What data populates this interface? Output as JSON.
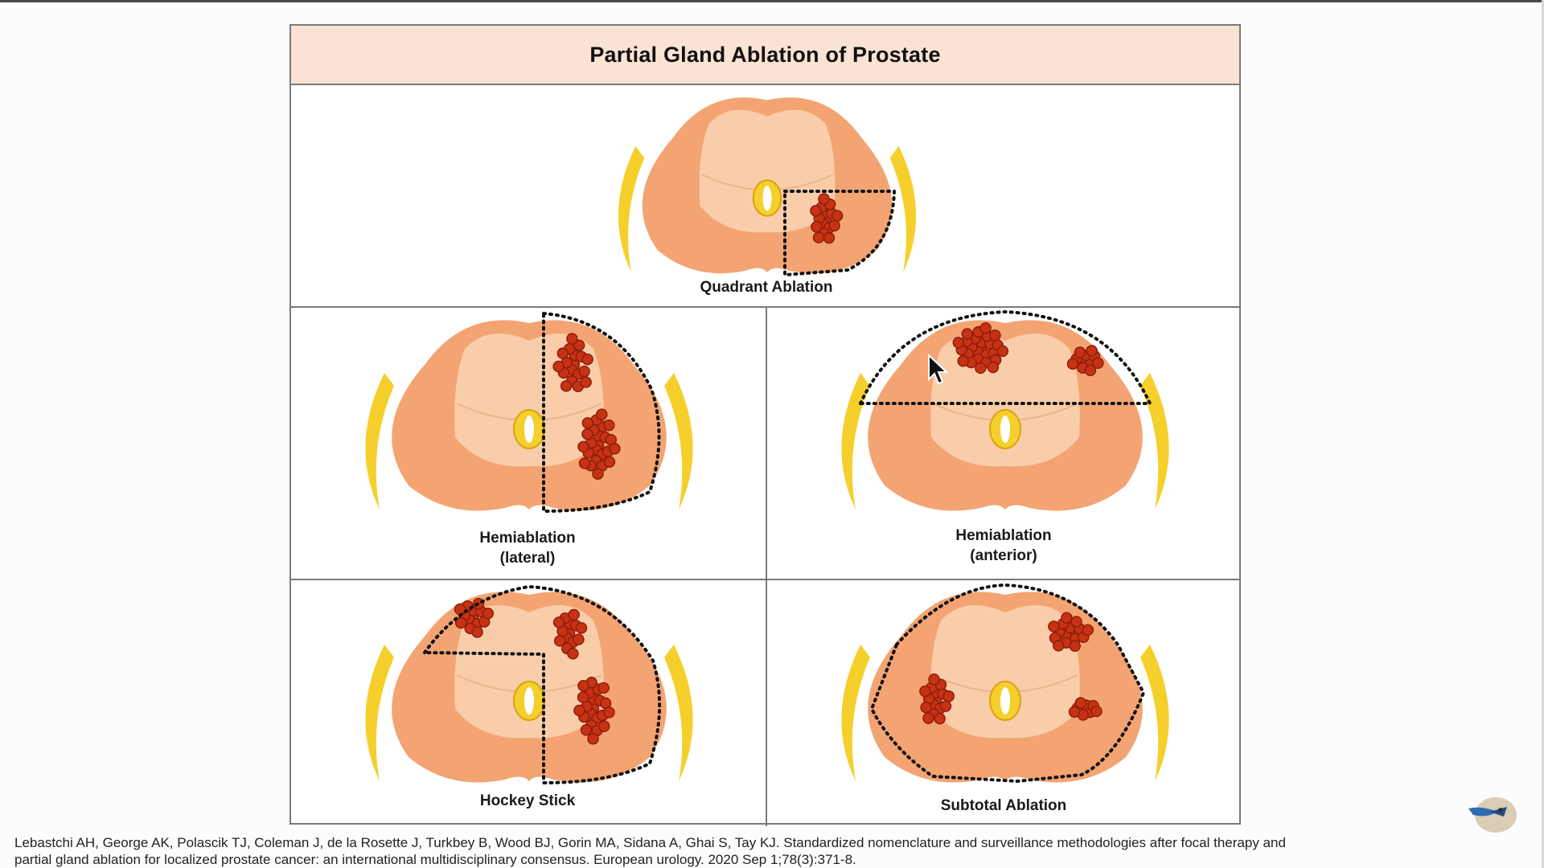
{
  "figure": {
    "title": "Partial Gland Ablation of Prostate",
    "panels": [
      {
        "id": "quadrant",
        "caption_lines": [
          "Quadrant Ablation"
        ]
      },
      {
        "id": "hemi-lateral",
        "caption_lines": [
          "Hemiablation",
          "(lateral)"
        ]
      },
      {
        "id": "hemi-anterior",
        "caption_lines": [
          "Hemiablation",
          "(anterior)"
        ]
      },
      {
        "id": "hockey-stick",
        "caption_lines": [
          "Hockey Stick"
        ]
      },
      {
        "id": "subtotal",
        "caption_lines": [
          "Subtotal Ablation"
        ]
      }
    ]
  },
  "citation": {
    "line1": "Lebastchi AH, George AK, Polascik TJ, Coleman J, de la Rosette J, Turkbey B, Wood BJ, Gorin MA, Sidana A, Ghai S, Tay KJ. Standardized nomenclature and surveillance methodologies after focal therapy and",
    "line2": "partial gland ablation for localized prostate cancer: an international multidisciplinary consensus. European urology. 2020 Sep 1;78(3):371-8."
  },
  "colors": {
    "gland": "#f3a472",
    "transition_zone": "#f9cda9",
    "bundle": "#f5cf2b",
    "tumor": "#c83214",
    "title_band": "#fbe3d3"
  },
  "icons": {
    "logo": "owl-logo-icon",
    "cursor": "mouse-pointer-icon"
  }
}
